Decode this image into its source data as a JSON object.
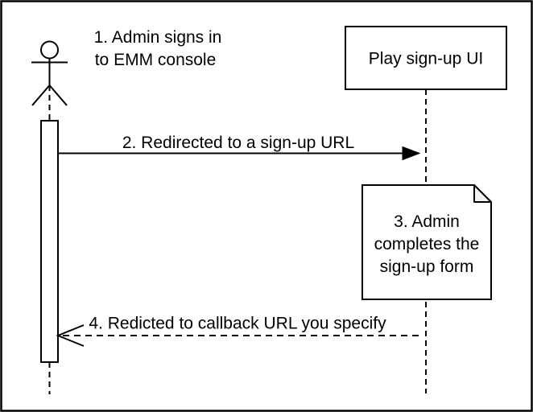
{
  "diagram": {
    "kind": "sequence-diagram",
    "colors": {
      "stroke": "#000000",
      "background": "#ffffff",
      "note_fold": "#f2f2f2"
    },
    "actor": {
      "caption_line1": "1. Admin signs in",
      "caption_line2": "to EMM console"
    },
    "participant": {
      "label": "Play sign-up UI"
    },
    "messages": [
      {
        "label": "2. Redirected to a sign-up URL",
        "style": "solid",
        "direction": "right"
      },
      {
        "label": "4. Redicted to callback URL you specify",
        "style": "dashed",
        "direction": "left"
      }
    ],
    "note": {
      "lines": [
        "3. Admin",
        "completes the",
        "sign-up form"
      ]
    }
  }
}
